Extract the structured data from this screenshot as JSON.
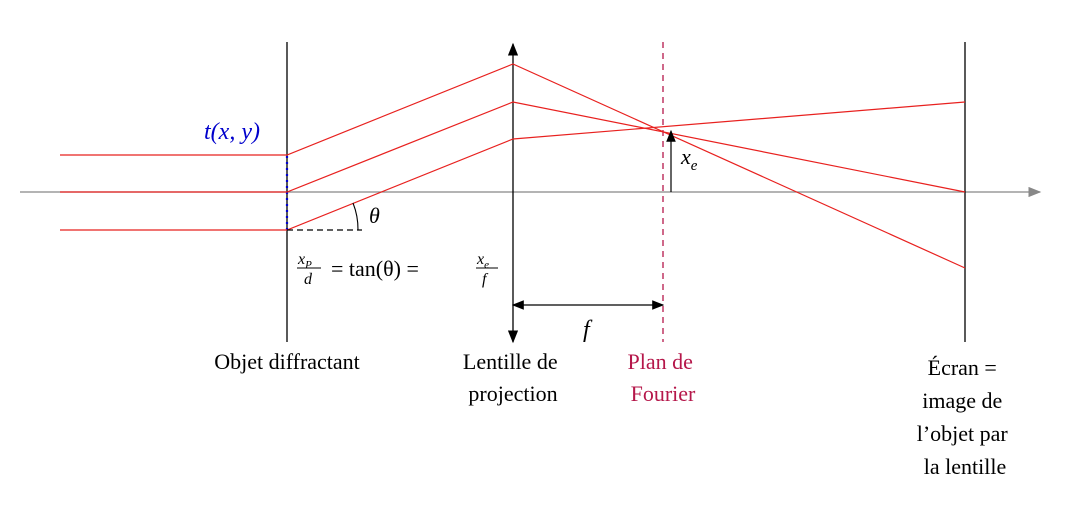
{
  "labels": {
    "transmission": "t(x, y)",
    "theta": "θ",
    "xe": "x",
    "xe_sub": "e",
    "f": "f",
    "formula": {
      "frac1_num": "x",
      "frac1_num_sub": "P",
      "frac1_den": "d",
      "middle": "= tan(θ) =",
      "frac2_num": "x",
      "frac2_num_sub": "e",
      "frac2_den": "f"
    }
  },
  "captions": {
    "object": [
      "Objet diffractant"
    ],
    "lens": [
      "Lentille de",
      "projection"
    ],
    "fourier": [
      "Plan de",
      "Fourier"
    ],
    "screen": [
      "Écran =",
      "image de",
      "l’objet par",
      "la lentille"
    ]
  },
  "colors": {
    "rays": "#e8211f",
    "fourier": "#b5174a",
    "transmission": "#0000cc",
    "axis": "#888888",
    "ink": "#000000"
  }
}
